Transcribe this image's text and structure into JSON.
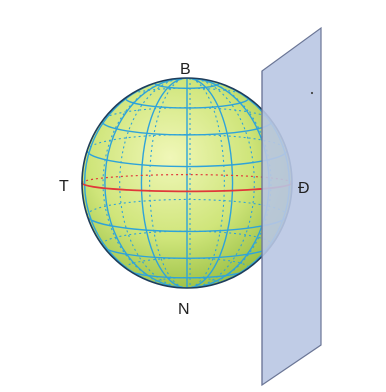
{
  "labels": {
    "north": "B",
    "south": "N",
    "west": "T",
    "east": "Đ"
  },
  "colors": {
    "globe_fill": "#cfe57a",
    "globe_shade": "#8fb83a",
    "grid_lines": "#2fa3d9",
    "equator": "#e0383a",
    "plane_fill": "#b9c7e3",
    "plane_edge": "#6b7696",
    "outline": "#1f3d5a"
  },
  "counts": {
    "parallels_each_hemisphere": 4,
    "meridians_visible": 7
  }
}
